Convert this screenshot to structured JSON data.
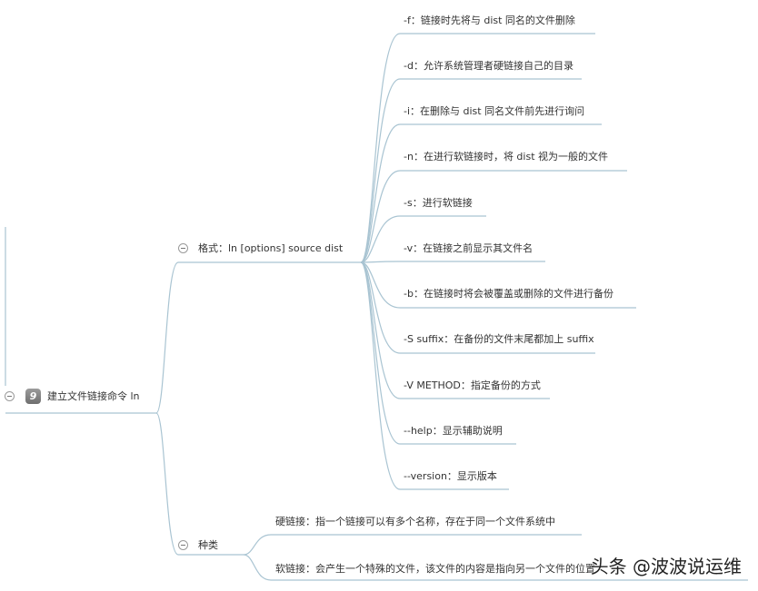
{
  "root": {
    "badge": "9",
    "title": "建立文件链接命令 ln"
  },
  "branches": [
    {
      "title": "格式：ln [options] source dist",
      "children": [
        "-f：链接时先将与 dist 同名的文件删除",
        "-d：允许系统管理者硬链接自己的目录",
        "-i：在删除与 dist 同名文件前先进行询问",
        "-n：在进行软链接时，将 dist 视为一般的文件",
        "-s：进行软链接",
        "-v：在链接之前显示其文件名",
        "-b：在链接时将会被覆盖或删除的文件进行备份",
        "-S suffix：在备份的文件末尾都加上 suffix",
        "-V METHOD：指定备份的方式",
        "--help：显示辅助说明",
        "--version：显示版本"
      ]
    },
    {
      "title": "种类",
      "children": [
        "硬链接：指一个链接可以有多个名称，存在于同一个文件系统中",
        "软链接：会产生一个特殊的文件，该文件的内容是指向另一个文件的位置"
      ]
    }
  ],
  "watermark": "头条 @波波说运维",
  "colors": {
    "line": "#a9c4d2",
    "text": "#333333"
  }
}
